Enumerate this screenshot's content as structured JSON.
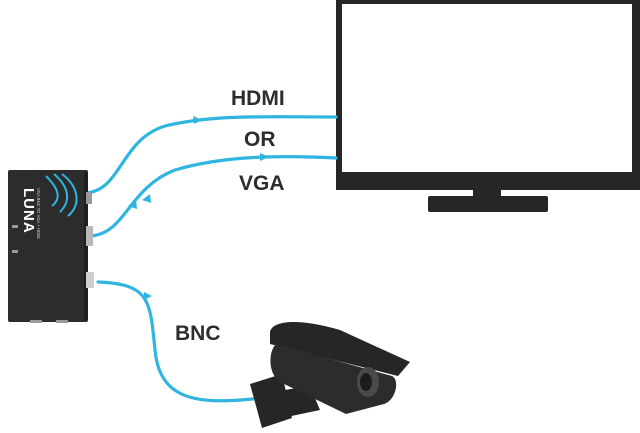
{
  "labels": {
    "hdmi": "HDMI",
    "or": "OR",
    "vga": "VGA",
    "bnc": "BNC"
  },
  "converter": {
    "brand": "LUNA",
    "model": "VGA BNC TO VGA + HDMI"
  },
  "colors": {
    "cable": "#2fb5e0",
    "device": "#2c2c2c",
    "monitor_frame": "#262626",
    "screen": "#ffffff",
    "text": "#2d2d2d"
  },
  "icons": {
    "monitor": "monitor-icon",
    "converter": "converter-box-icon",
    "camera": "cctv-camera-icon"
  }
}
